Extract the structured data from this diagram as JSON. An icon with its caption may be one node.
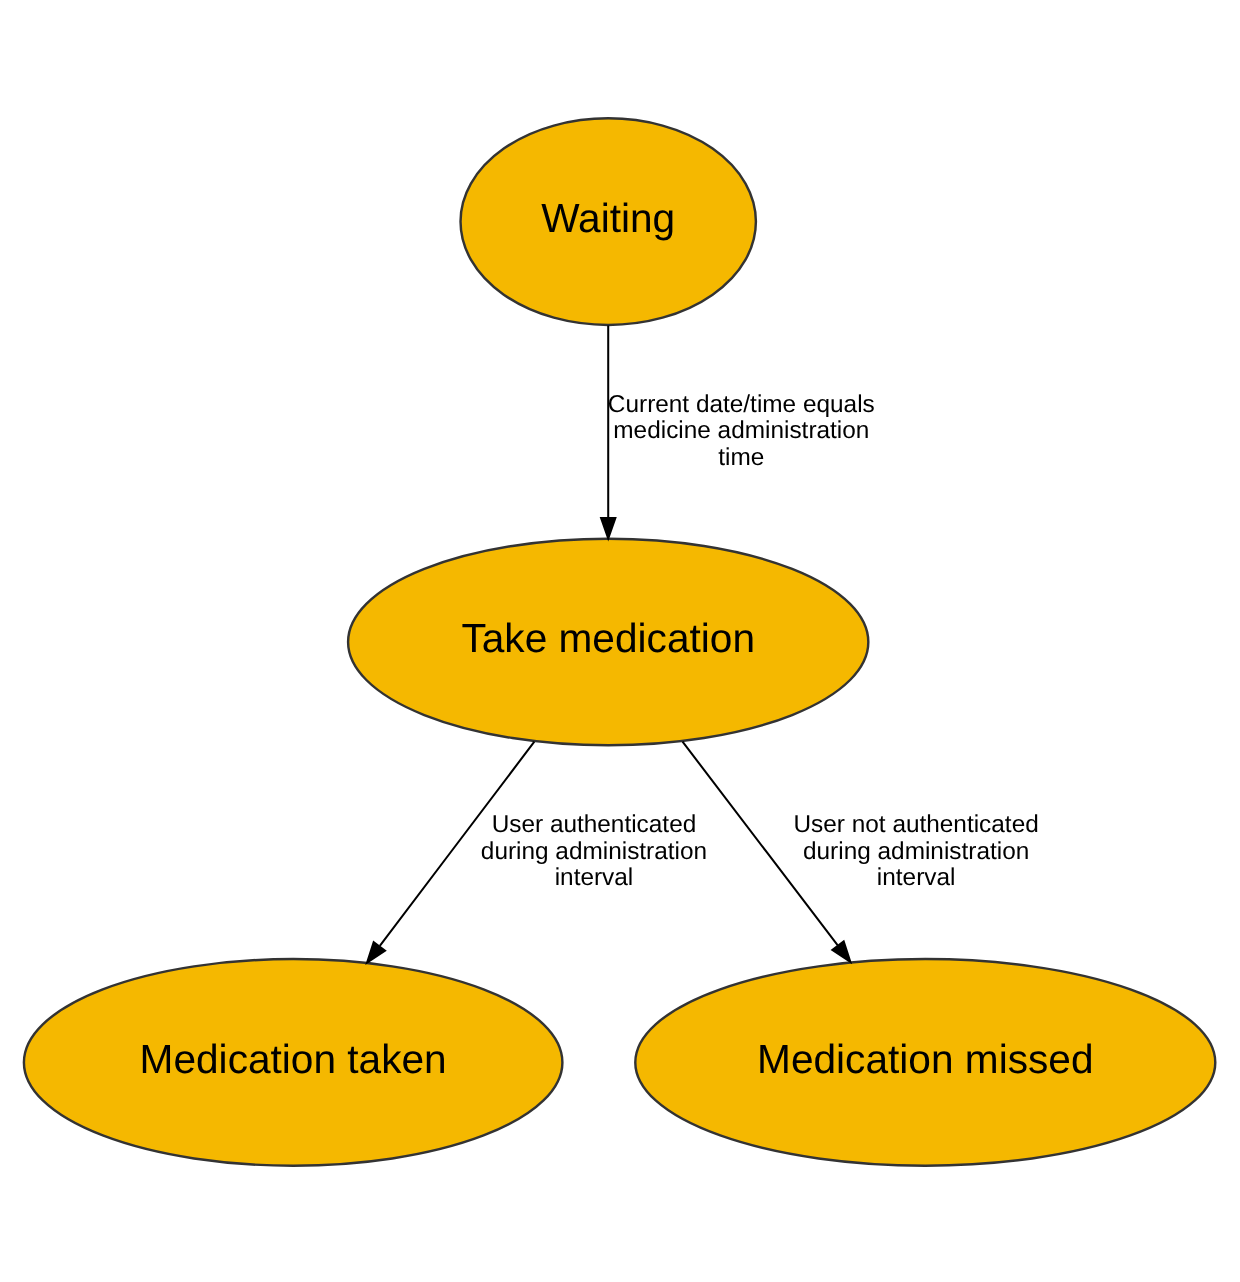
{
  "diagram": {
    "nodes": [
      {
        "text": [
          "Waiting"
        ]
      },
      {
        "text": [
          "Take medication"
        ]
      },
      {
        "text": [
          "Medication taken"
        ]
      },
      {
        "text": [
          "Medication missed"
        ]
      }
    ],
    "edges": [
      {
        "from": 0,
        "to": 1,
        "arrow": "to",
        "label": "Current date/time equals medicine administration time"
      },
      {
        "from": 1,
        "to": 2,
        "arrow": "to",
        "label": "User authenticated during administration interval"
      },
      {
        "from": 1,
        "to": 3,
        "arrow": "to",
        "label": "User not authenticated during administration interval"
      }
    ]
  }
}
